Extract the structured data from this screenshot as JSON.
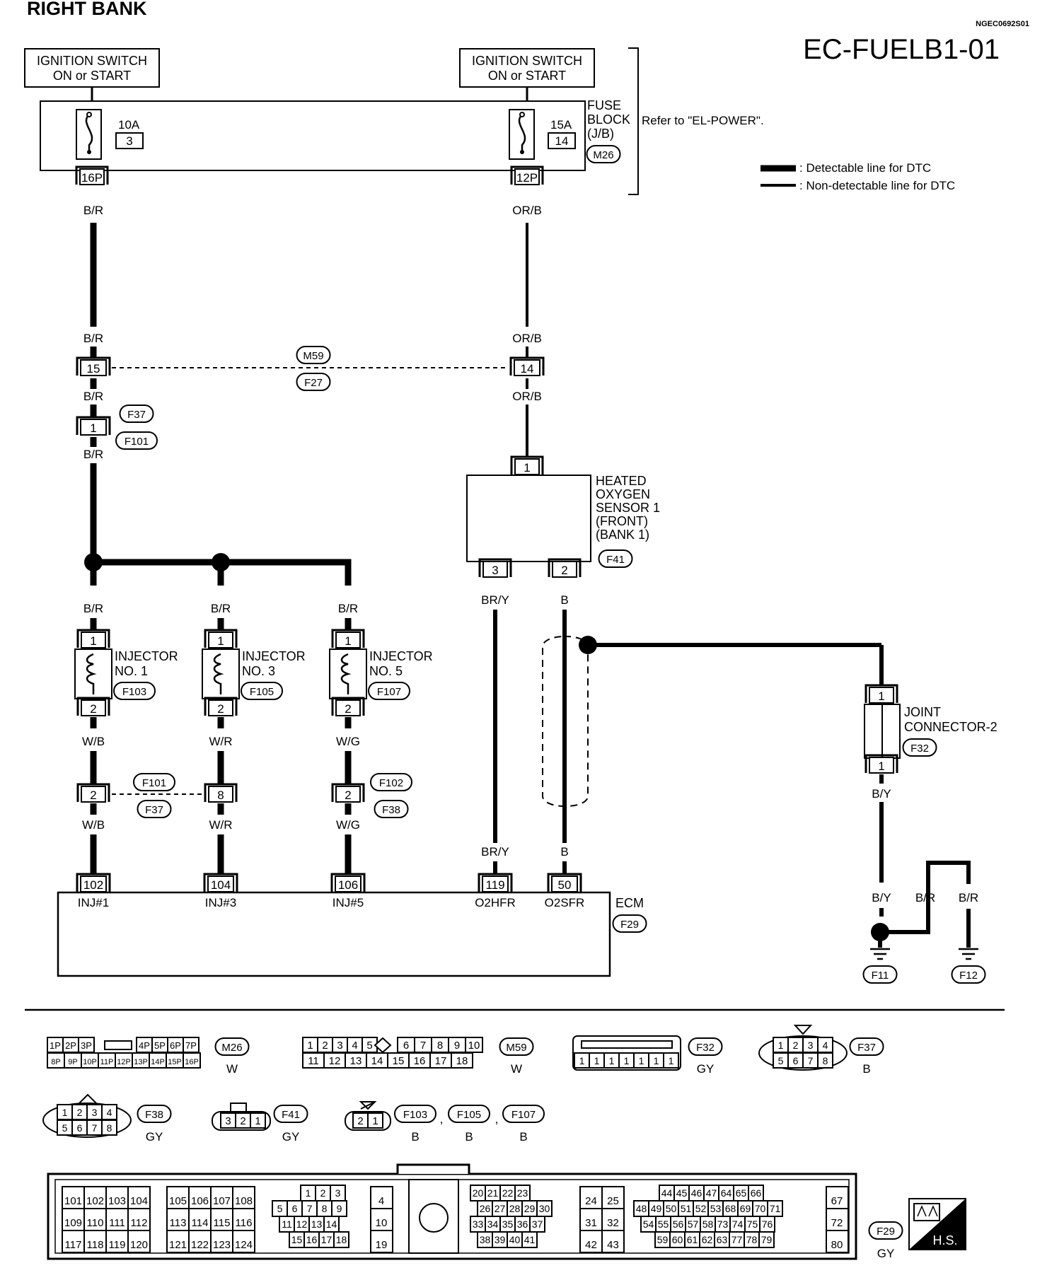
{
  "header": {
    "section_title": "RIGHT BANK",
    "ref_code": "NGEC0692S01",
    "page_code": "EC-FUELB1-01"
  },
  "power": {
    "left_switch": [
      "IGNITION SWITCH",
      "ON or START"
    ],
    "right_switch": [
      "IGNITION SWITCH",
      "ON or START"
    ],
    "fuse_left_amp": "10A",
    "fuse_left_no": "3",
    "fuse_right_amp": "15A",
    "fuse_right_no": "14",
    "fuse_block_label": [
      "FUSE",
      "BLOCK",
      "(J/B)"
    ],
    "fuse_block_conn": "M26",
    "refer_text": "Refer to \"EL-POWER\".",
    "pin_left": "16P",
    "pin_right": "12P"
  },
  "legend": {
    "detectable": ": Detectable line for DTC",
    "non_detectable": ": Non-detectable line for DTC"
  },
  "wires": {
    "br": "B/R",
    "orb": "OR/B",
    "wb": "W/B",
    "wr": "W/R",
    "wg": "W/G",
    "bry": "BR/Y",
    "b": "B",
    "by": "B/Y"
  },
  "connectors": {
    "m59": "M59",
    "f27": "F27",
    "f37": "F37",
    "f101": "F101",
    "f102": "F102",
    "f38": "F38",
    "f41": "F41",
    "f32": "F32",
    "f29": "F29",
    "f11": "F11",
    "f12": "F12",
    "f103": "F103",
    "f105": "F105",
    "f107": "F107",
    "m26": "M26"
  },
  "pins": {
    "p15": "15",
    "p14": "14",
    "p1": "1",
    "p2": "2",
    "p3": "3",
    "p8": "8",
    "p102": "102",
    "p104": "104",
    "p106": "106",
    "p119": "119",
    "p50": "50"
  },
  "components": {
    "injector1": [
      "INJECTOR",
      "NO. 1"
    ],
    "injector3": [
      "INJECTOR",
      "NO. 3"
    ],
    "injector5": [
      "INJECTOR",
      "NO. 5"
    ],
    "ho2s": [
      "HEATED",
      "OXYGEN",
      "SENSOR 1",
      "(FRONT)",
      "(BANK 1)"
    ],
    "joint": [
      "JOINT",
      "CONNECTOR-2"
    ],
    "ecm": "ECM",
    "ecm_terminals": [
      "INJ#1",
      "INJ#3",
      "INJ#5",
      "O2HFR",
      "O2SFR"
    ]
  },
  "connector_views": {
    "m26_top": [
      "1P",
      "2P",
      "3P",
      "4P",
      "5P",
      "6P",
      "7P"
    ],
    "m26_bottom": [
      "8P",
      "9P",
      "10P",
      "11P",
      "12P",
      "13P",
      "14P",
      "15P",
      "16P"
    ],
    "m26_color": "W",
    "m59_top": [
      "1",
      "2",
      "3",
      "4",
      "5",
      "6",
      "7",
      "8",
      "9",
      "10"
    ],
    "m59_bottom": [
      "11",
      "12",
      "13",
      "14",
      "15",
      "16",
      "17",
      "18"
    ],
    "m59_color": "W",
    "f32_pins": [
      "1",
      "1",
      "1",
      "1",
      "1",
      "1",
      "1"
    ],
    "f32_color": "GY",
    "f37_top": [
      "1",
      "2",
      "3",
      "4"
    ],
    "f37_bottom": [
      "5",
      "6",
      "7",
      "8"
    ],
    "f37_color": "B",
    "f38_top": [
      "1",
      "2",
      "3",
      "4"
    ],
    "f38_bottom": [
      "5",
      "6",
      "7",
      "8"
    ],
    "f38_color": "GY",
    "f41_pins": [
      "3",
      "2",
      "1"
    ],
    "f41_color": "GY",
    "inj_pins": [
      "2",
      "1"
    ],
    "inj_color": "B",
    "f29_color": "GY",
    "hs_label": "H.S.",
    "ecm_g1": [
      [
        "101",
        "102",
        "103",
        "104"
      ],
      [
        "109",
        "110",
        "111",
        "112"
      ],
      [
        "117",
        "118",
        "119",
        "120"
      ]
    ],
    "ecm_g2": [
      [
        "105",
        "106",
        "107",
        "108"
      ],
      [
        "113",
        "114",
        "115",
        "116"
      ],
      [
        "121",
        "122",
        "123",
        "124"
      ]
    ],
    "ecm_g3": [
      [
        "1",
        "2",
        "3"
      ],
      [
        "5",
        "6",
        "7",
        "8",
        "9"
      ],
      [
        "11",
        "12",
        "13",
        "14"
      ],
      [
        "15",
        "16",
        "17",
        "18"
      ]
    ],
    "ecm_g4": [
      "4",
      "10",
      "19"
    ],
    "ecm_g5": [
      [
        "20",
        "21",
        "22",
        "23"
      ],
      [
        "26",
        "27",
        "28",
        "29",
        "30"
      ],
      [
        "33",
        "34",
        "35",
        "36",
        "37"
      ],
      [
        "38",
        "39",
        "40",
        "41"
      ]
    ],
    "ecm_g6": [
      [
        "24",
        "25"
      ],
      [
        "31",
        "32"
      ],
      [
        "42",
        "43"
      ]
    ],
    "ecm_g7": [
      [
        "44",
        "45",
        "46",
        "47",
        "64",
        "65",
        "66"
      ],
      [
        "48",
        "49",
        "50",
        "51",
        "52",
        "53",
        "68",
        "69",
        "70",
        "71"
      ],
      [
        "54",
        "55",
        "56",
        "57",
        "58",
        "73",
        "74",
        "75",
        "76"
      ],
      [
        "59",
        "60",
        "61",
        "62",
        "63",
        "77",
        "78",
        "79"
      ]
    ],
    "ecm_g8": [
      "67",
      "72",
      "80"
    ]
  }
}
